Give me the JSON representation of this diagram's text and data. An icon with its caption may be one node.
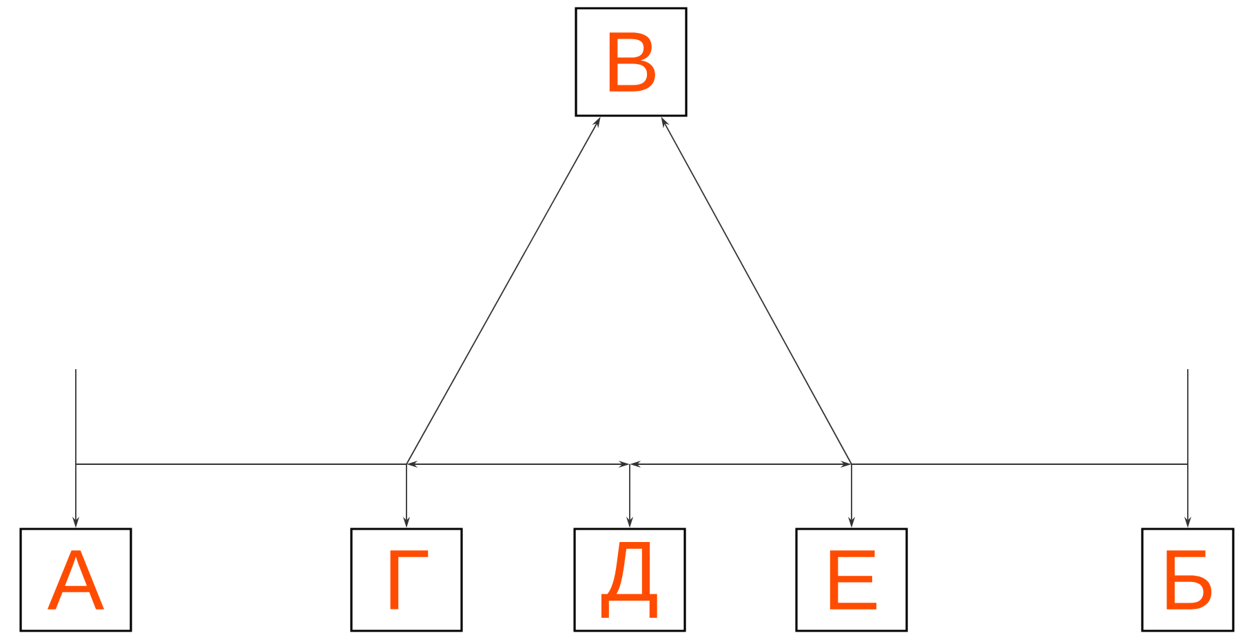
{
  "diagram": {
    "nodes": [
      {
        "text": [
          "В"
        ]
      },
      {
        "text": [
          "А"
        ]
      },
      {
        "text": [
          "Г"
        ]
      },
      {
        "text": [
          "Д"
        ]
      },
      {
        "text": [
          "Е"
        ]
      },
      {
        "text": [
          "Б"
        ]
      }
    ],
    "edges": [
      {
        "from": null,
        "to": 1,
        "arrow": "to"
      },
      {
        "from": null,
        "to": 5,
        "arrow": "to"
      },
      {
        "from": 1,
        "to": 2,
        "arrow": "none"
      },
      {
        "from": 2,
        "to": 0,
        "arrow": "to"
      },
      {
        "from": 4,
        "to": 0,
        "arrow": "to"
      },
      {
        "from": 2,
        "to": 3,
        "arrow": "both"
      },
      {
        "from": 3,
        "to": 4,
        "arrow": "both"
      },
      {
        "from": 4,
        "to": 5,
        "arrow": "none"
      },
      {
        "from": null,
        "to": 2,
        "arrow": "to"
      },
      {
        "from": null,
        "to": 3,
        "arrow": "to"
      },
      {
        "from": null,
        "to": 4,
        "arrow": "to"
      }
    ]
  }
}
